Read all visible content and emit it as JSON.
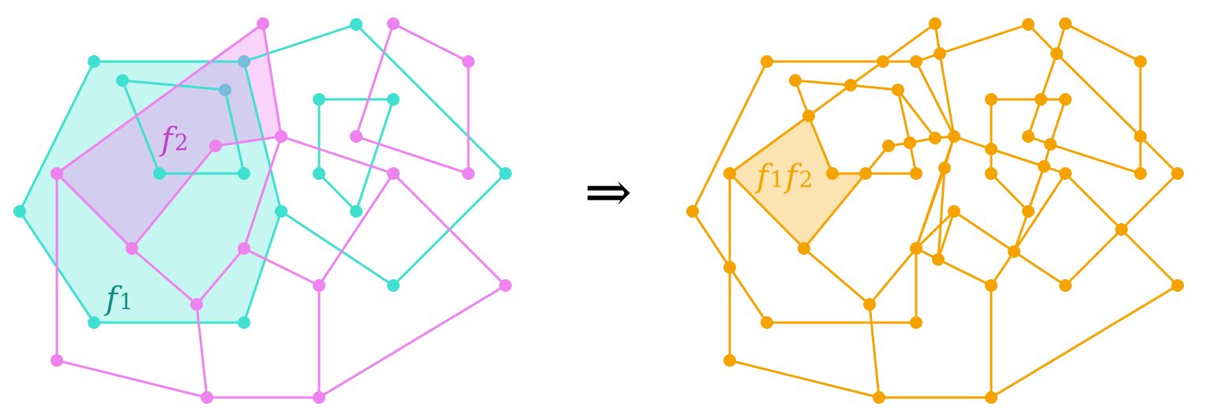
{
  "colors": {
    "cyan": "#40E0D0",
    "magenta": "#EE82EE",
    "orange": "#F5A300",
    "cyan_fill": "#40E0D0",
    "magenta_fill": "#EE82EE",
    "overlap_fill": "#C8C8F0",
    "orange_fill": "#FFE0A8",
    "cyan_label": "#128C82",
    "magenta_label": "#C040C8",
    "orange_label": "#F5A300",
    "arrow": "#000000"
  },
  "labels": {
    "face1": "f",
    "face1_sub": "1",
    "face2": "f",
    "face2_sub": "2",
    "merged_a": "f",
    "merged_a_sub": "1",
    "merged_b": "f",
    "merged_b_sub": "2",
    "implies": "⇒"
  }
}
